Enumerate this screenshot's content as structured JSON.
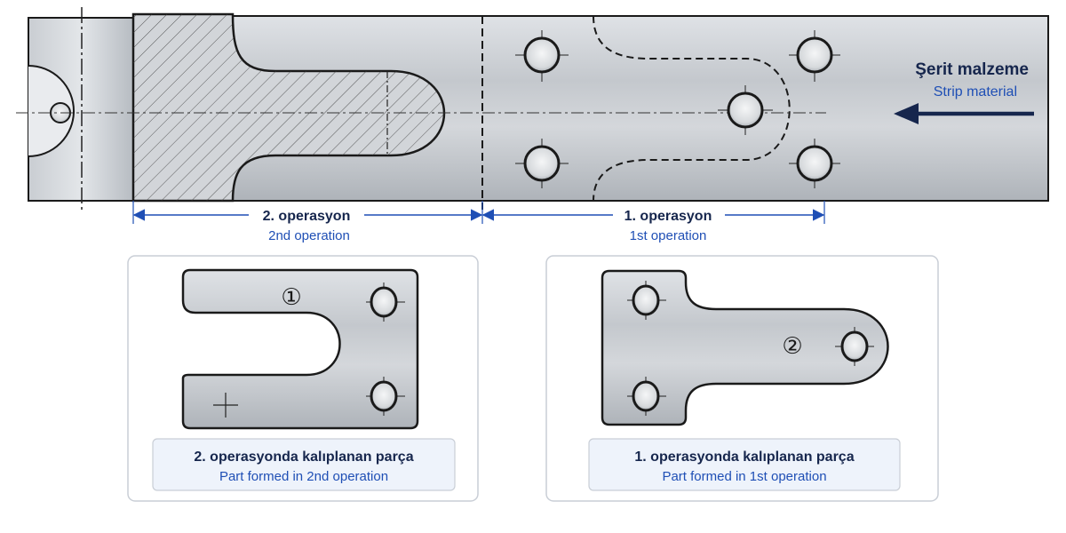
{
  "strip": {
    "label_tr": "Şerit malzeme",
    "label_en": "Strip material"
  },
  "operations": {
    "op2": {
      "label_tr": "2. operasyon",
      "label_en": "2nd operation"
    },
    "op1": {
      "label_tr": "1. operasyon",
      "label_en": "1st operation"
    }
  },
  "parts": {
    "part2": {
      "marker": "①",
      "caption_tr": "2. operasyonda kalıplanan parça",
      "caption_en": "Part formed in 2nd operation"
    },
    "part1": {
      "marker": "②",
      "caption_tr": "1. operasyonda kalıplanan parça",
      "caption_en": "Part formed in 1st operation"
    }
  },
  "colors": {
    "outline": "#1a1a1a",
    "dimension": "#1f4fb5",
    "label_dark": "#16264d",
    "label_blue": "#1f4fb5",
    "caption_bg": "#eef3fb",
    "panel_border": "#c9ced6"
  }
}
